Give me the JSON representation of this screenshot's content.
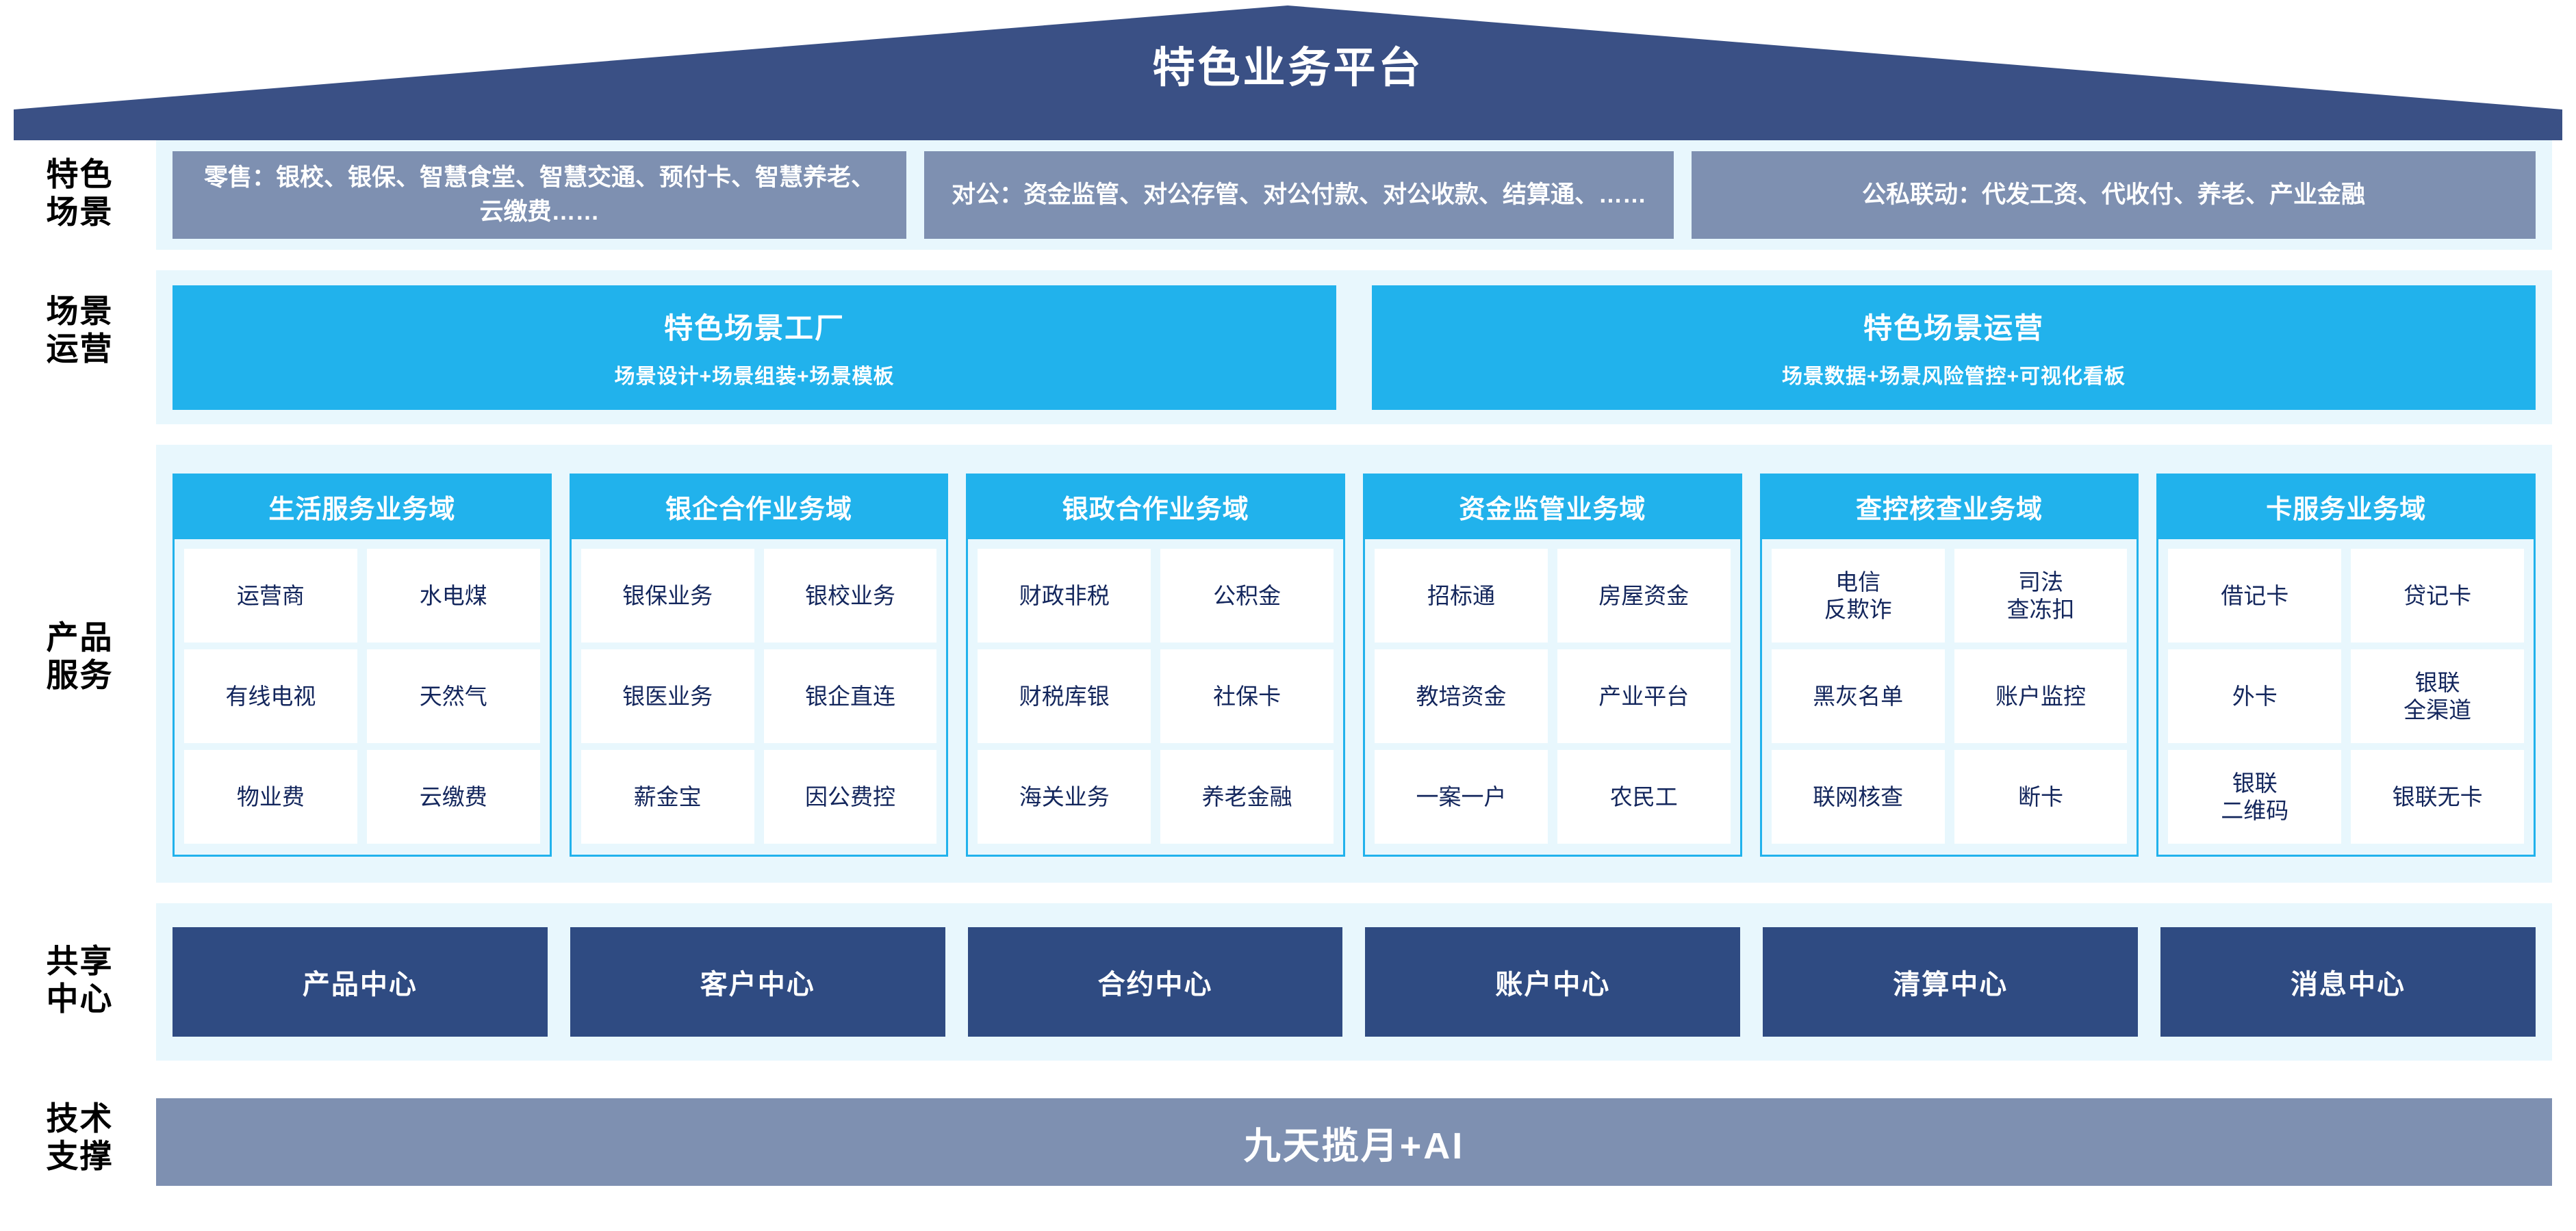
{
  "header": {
    "title": "特色业务平台",
    "roof_color": "#3a5085"
  },
  "palette": {
    "band_bg": "#e8f7fd",
    "scene_box": "#7e90b1",
    "cyan": "#21b2ec",
    "navy": "#2f4b82",
    "slate": "#7e90b1",
    "cell_text": "#13265c"
  },
  "rows": {
    "scene_label": "特色\n场景",
    "ops_label": "场景\n运营",
    "products_label": "产品\n服务",
    "centers_label": "共享\n中心",
    "tech_label": "技术\n支撑"
  },
  "scenes": [
    {
      "text": "零售：银校、银保、智慧食堂、智慧交通、预付卡、智慧养老、云缴费……"
    },
    {
      "text": "对公：资金监管、对公存管、对公付款、对公收款、结算通、……"
    },
    {
      "text": "公私联动：代发工资、代收付、养老、产业金融"
    }
  ],
  "operations": [
    {
      "title": "特色场景工厂",
      "subtitle": "场景设计+场景组装+场景模板"
    },
    {
      "title": "特色场景运营",
      "subtitle": "场景数据+场景风险管控+可视化看板"
    }
  ],
  "domains": [
    {
      "title": "生活服务业务域",
      "items": [
        "运营商",
        "水电煤",
        "有线电视",
        "天然气",
        "物业费",
        "云缴费"
      ]
    },
    {
      "title": "银企合作业务域",
      "items": [
        "银保业务",
        "银校业务",
        "银医业务",
        "银企直连",
        "薪金宝",
        "因公费控"
      ]
    },
    {
      "title": "银政合作业务域",
      "items": [
        "财政非税",
        "公积金",
        "财税库银",
        "社保卡",
        "海关业务",
        "养老金融"
      ]
    },
    {
      "title": "资金监管业务域",
      "items": [
        "招标通",
        "房屋资金",
        "教培资金",
        "产业平台",
        "一案一户",
        "农民工"
      ]
    },
    {
      "title": "查控核查业务域",
      "items": [
        "电信\n反欺诈",
        "司法\n查冻扣",
        "黑灰名单",
        "账户监控",
        "联网核查",
        "断卡"
      ]
    },
    {
      "title": "卡服务业务域",
      "items": [
        "借记卡",
        "贷记卡",
        "外卡",
        "银联\n全渠道",
        "银联\n二维码",
        "银联无卡"
      ]
    }
  ],
  "centers": [
    {
      "label": "产品中心"
    },
    {
      "label": "客户中心"
    },
    {
      "label": "合约中心"
    },
    {
      "label": "账户中心"
    },
    {
      "label": "清算中心"
    },
    {
      "label": "消息中心"
    }
  ],
  "tech": {
    "label": "九天揽月+AI"
  }
}
